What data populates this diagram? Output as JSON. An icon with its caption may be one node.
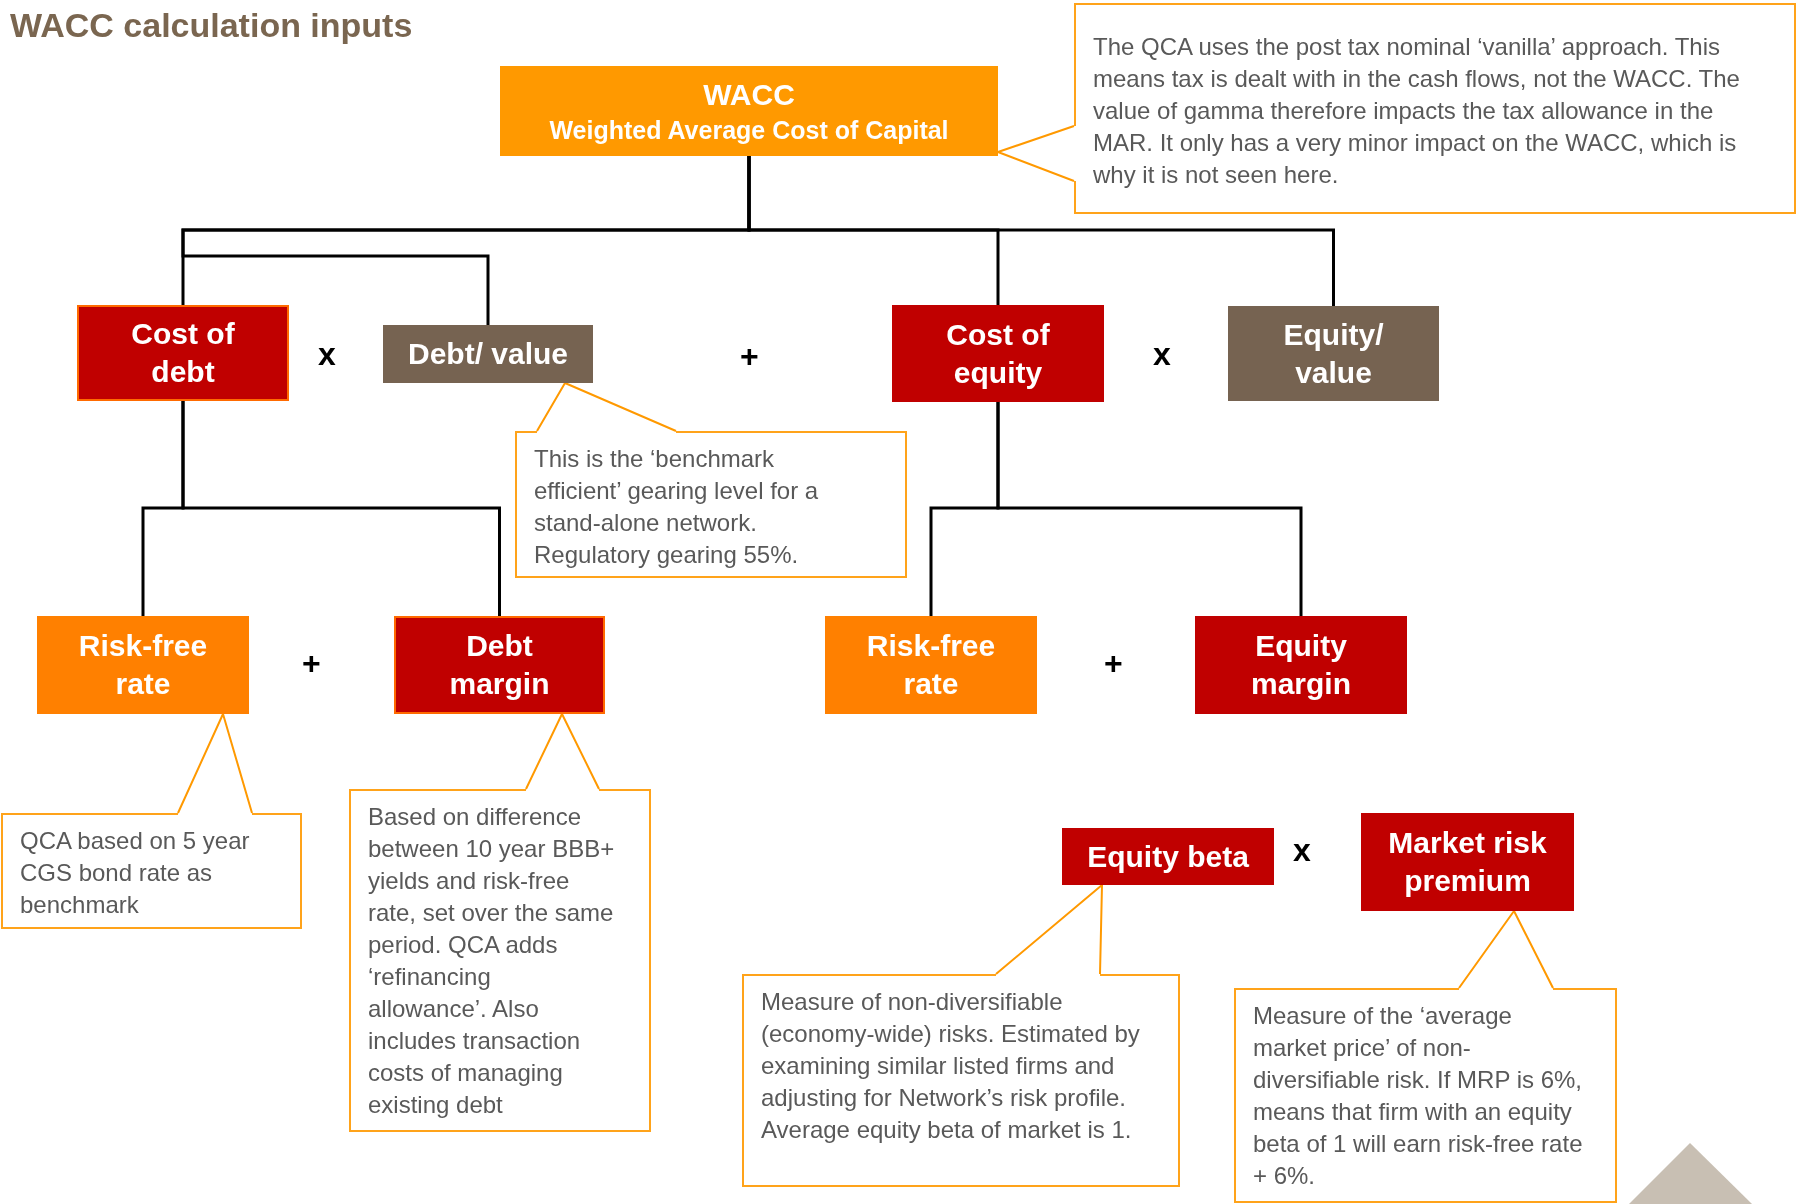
{
  "diagram": {
    "title": "WACC calculation inputs",
    "nodes": [
      {
        "text": [
          "WACC",
          "Weighted Average Cost of Capital"
        ]
      },
      {
        "text": [
          "The QCA uses the post tax nominal ‘vanilla’ approach. This means tax is dealt with in the cash flows, not the WACC. The value of gamma therefore impacts the tax allowance in the MAR. It only has a very minor impact on the WACC, which is why it is not seen here."
        ]
      },
      {
        "text": [
          "Cost of debt"
        ]
      },
      {
        "text": [
          "Debt/ value"
        ]
      },
      {
        "text": [
          "Cost of equity"
        ]
      },
      {
        "text": [
          "Equity/ value"
        ]
      },
      {
        "text": [
          "This is the ‘benchmark efficient’ gearing level for a stand-alone network. Regulatory gearing 55%."
        ]
      },
      {
        "text": [
          "Risk-free rate"
        ]
      },
      {
        "text": [
          "Debt margin"
        ]
      },
      {
        "text": [
          "Risk-free rate"
        ]
      },
      {
        "text": [
          "Equity margin"
        ]
      },
      {
        "text": [
          "QCA based on 5 year CGS bond rate as benchmark"
        ]
      },
      {
        "text": [
          "Based on difference between 10 year BBB+ yields and risk-free rate, set over the same period. QCA adds ‘refinancing allowance’. Also includes transaction costs of managing existing debt"
        ]
      },
      {
        "text": [
          "Equity beta"
        ]
      },
      {
        "text": [
          "Market risk premium"
        ]
      },
      {
        "text": [
          "Measure of non-diversifiable (economy-wide) risks. Estimated by examining similar listed firms and adjusting for Network’s risk profile. Average equity beta of market is 1."
        ]
      },
      {
        "text": [
          "Measure of the ‘average market price’ of non-diversifiable risk. If MRP is 6%, means that firm with an equity beta of 1 will earn risk-free rate + 6%."
        ]
      }
    ],
    "edges": [
      {
        "from": 0,
        "to": 2,
        "arrow": "none"
      },
      {
        "from": 0,
        "to": 3,
        "arrow": "none"
      },
      {
        "from": 0,
        "to": 4,
        "arrow": "none"
      },
      {
        "from": 0,
        "to": 5,
        "arrow": "none"
      },
      {
        "from": 1,
        "to": 0,
        "arrow": "none",
        "color": "#ff9900"
      },
      {
        "from": 2,
        "to": 7,
        "arrow": "none"
      },
      {
        "from": 2,
        "to": 8,
        "arrow": "none"
      },
      {
        "from": 6,
        "to": 3,
        "arrow": "none",
        "color": "#ff9900"
      },
      {
        "from": 4,
        "to": 9,
        "arrow": "none"
      },
      {
        "from": 4,
        "to": 10,
        "arrow": "none"
      },
      {
        "from": 11,
        "to": 7,
        "arrow": "none",
        "color": "#ff9900"
      },
      {
        "from": 12,
        "to": 8,
        "arrow": "none",
        "color": "#ff9900"
      },
      {
        "from": 15,
        "to": 13,
        "arrow": "none",
        "color": "#ff9900"
      },
      {
        "from": 16,
        "to": 14,
        "arrow": "none",
        "color": "#ff9900"
      }
    ],
    "labels": [
      "x",
      "+",
      "x",
      "+",
      "+",
      "x"
    ]
  }
}
